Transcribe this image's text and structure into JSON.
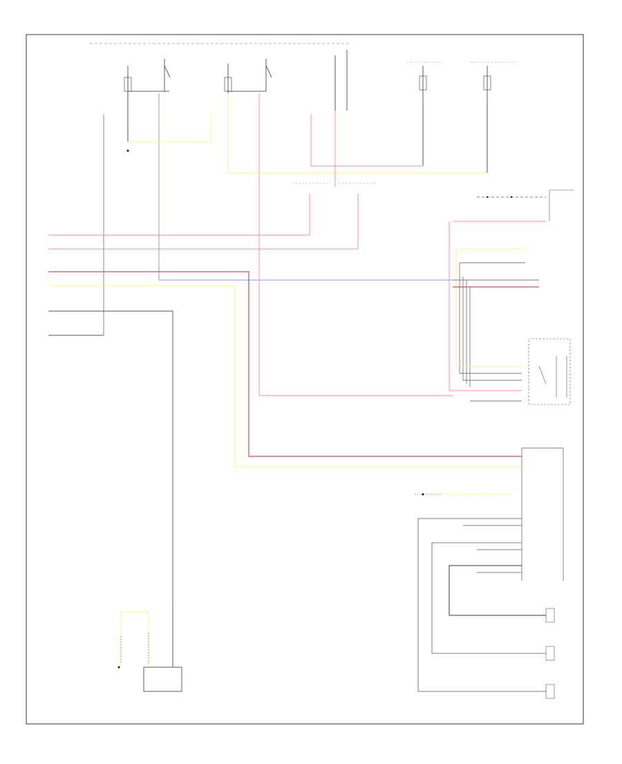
{
  "diagram": {
    "corner_label": "",
    "colors": {
      "red": "#ff8c8c",
      "pink": "#f2a0b0",
      "yellow": "#f4f48a",
      "blue": "#9090ff",
      "gray": "#7a7a7a",
      "dark": "#222222",
      "green": "#9bd79b",
      "frame": "#333333"
    },
    "left_connector_labels": [
      "",
      "",
      "",
      "",
      "",
      ""
    ],
    "components": [
      {
        "id": "top-switch-1",
        "label": ""
      },
      {
        "id": "top-switch-2",
        "label": ""
      },
      {
        "id": "top-switch-3",
        "label": ""
      },
      {
        "id": "top-text-block",
        "label": ""
      },
      {
        "id": "right-top-relay-1",
        "label": ""
      },
      {
        "id": "right-top-relay-2",
        "label": ""
      },
      {
        "id": "mid-junction-1",
        "label": ""
      },
      {
        "id": "mid-junction-2",
        "label": ""
      },
      {
        "id": "right-sensor-1",
        "label": ""
      },
      {
        "id": "right-module-box",
        "label": ""
      },
      {
        "id": "right-module-text",
        "label": ""
      },
      {
        "id": "ac-control-module",
        "label": ""
      },
      {
        "id": "bottom-right-module",
        "label": ""
      },
      {
        "id": "bottom-sensor-1",
        "label": ""
      },
      {
        "id": "bottom-sensor-2",
        "label": ""
      },
      {
        "id": "bottom-sensor-3",
        "label": ""
      },
      {
        "id": "bottom-left-component",
        "label": ""
      }
    ]
  }
}
